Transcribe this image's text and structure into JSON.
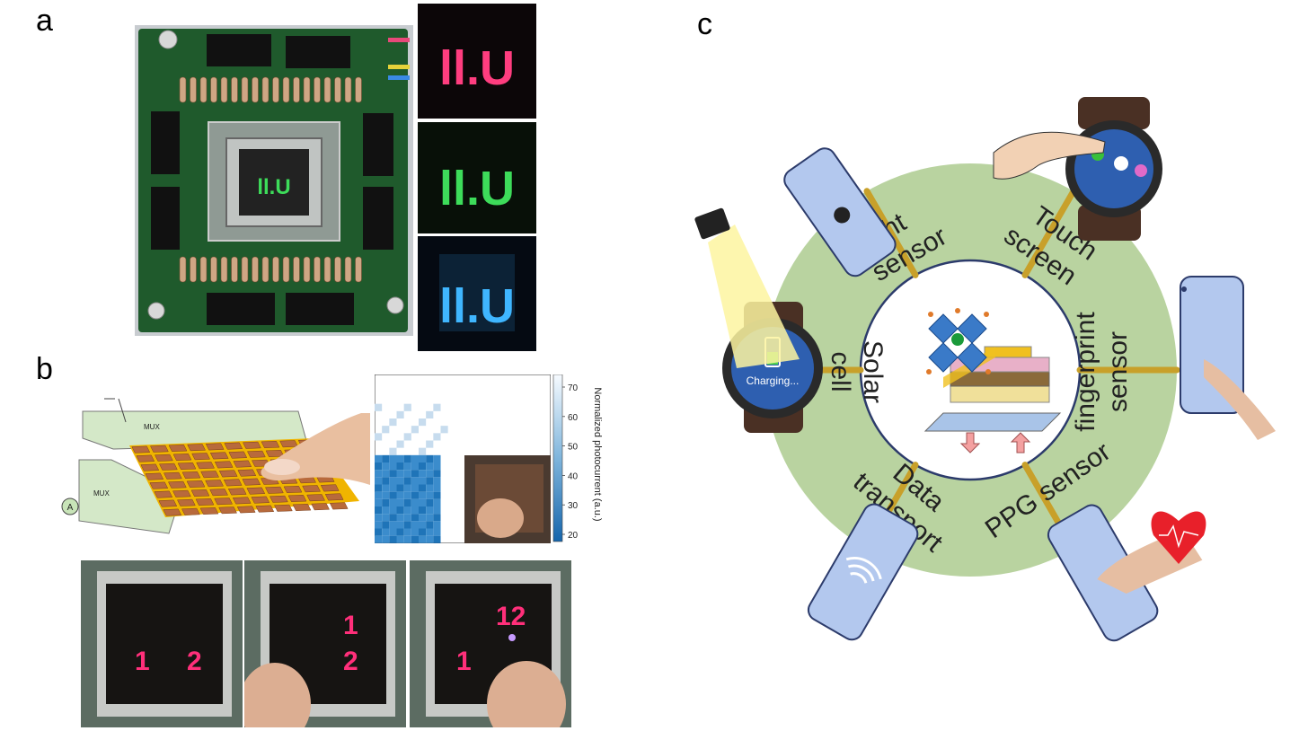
{
  "panels": {
    "a": "a",
    "b": "b",
    "c": "c"
  },
  "panel_a": {
    "display_text": "ll.U",
    "colors": {
      "pcb": "#1f5a2c",
      "red": "#ff3d7f",
      "green": "#3ddc5a",
      "blue": "#3fb6ff"
    }
  },
  "panel_b": {
    "mux_label_top": "MUX",
    "mux_label_bottom": "MUX",
    "ammeter_label": "A",
    "colorbar_label": "Normalized photocurrent (a.u.)",
    "colorbar_ticks": [
      "70",
      "60",
      "50",
      "40",
      "30",
      "20"
    ],
    "photo_sequence": [
      {
        "top": "",
        "left": "1",
        "right": "2"
      },
      {
        "top": "1",
        "left": "",
        "right": "2"
      },
      {
        "top": "12",
        "left": "1",
        "right": ""
      }
    ]
  },
  "panel_c": {
    "segments": {
      "light_sensor": [
        "light",
        "sensor"
      ],
      "touch_screen": [
        "Touch",
        "screen"
      ],
      "solar_cell": [
        "Solar",
        "cell"
      ],
      "fingerprint_sensor": [
        "fingerprint",
        "sensor"
      ],
      "data_transport": [
        "Data",
        "transport"
      ],
      "ppg_sensor": [
        "PPG sensor"
      ]
    },
    "watch_charging_text": "Charging...",
    "colors": {
      "ring": "#b9d3a0",
      "divider": "#c8a02a",
      "device": "#b3c8ee",
      "watch_face": "#2e5fb0"
    }
  }
}
